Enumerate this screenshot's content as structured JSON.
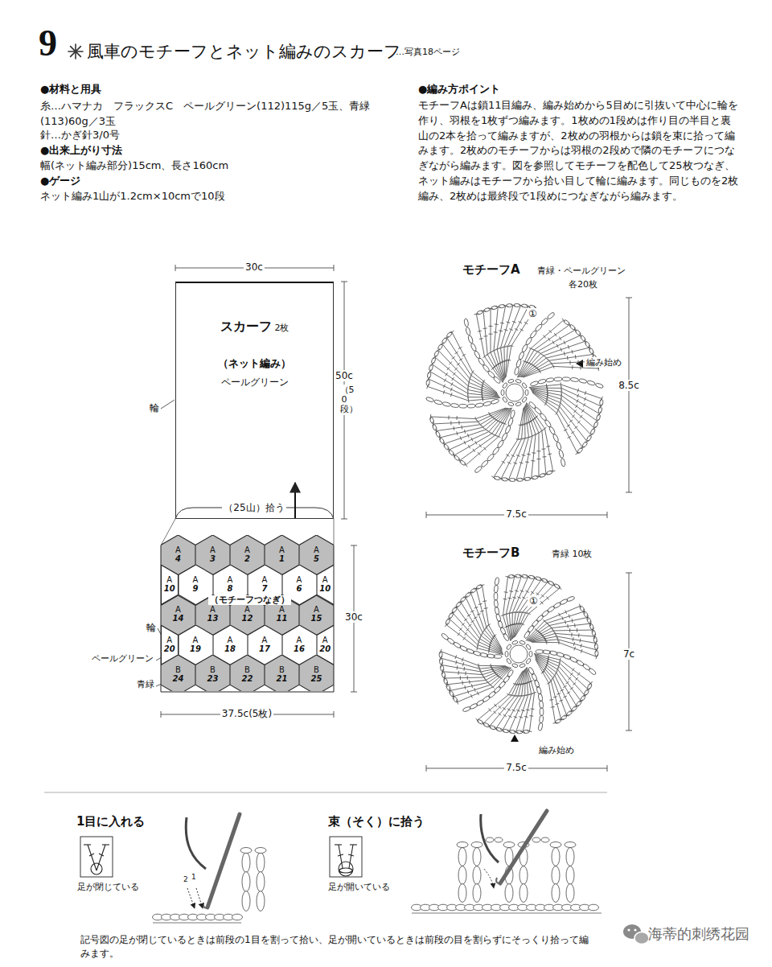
{
  "diagram": {
    "title": "風車のモチーフとネット編みのスカーフ",
    "nodes": [
      {
        "text": [
          "スカーフ",
          "2枚",
          "（ネット編み）",
          "ペールグリーン"
        ]
      },
      {
        "text": [
          "A",
          "4"
        ]
      },
      {
        "text": [
          "A",
          "3"
        ]
      },
      {
        "text": [
          "A",
          "2"
        ]
      },
      {
        "text": [
          "A",
          "1"
        ]
      },
      {
        "text": [
          "A",
          "5"
        ]
      },
      {
        "text": [
          "A",
          "10"
        ]
      },
      {
        "text": [
          "A",
          "9"
        ]
      },
      {
        "text": [
          "A",
          "8"
        ]
      },
      {
        "text": [
          "A",
          "7"
        ]
      },
      {
        "text": [
          "A",
          "6"
        ]
      },
      {
        "text": [
          "A",
          "10"
        ]
      },
      {
        "text": [
          "A",
          "14"
        ]
      },
      {
        "text": [
          "A",
          "13"
        ]
      },
      {
        "text": [
          "A",
          "12"
        ]
      },
      {
        "text": [
          "A",
          "11"
        ]
      },
      {
        "text": [
          "A",
          "15"
        ]
      },
      {
        "text": [
          "A",
          "20"
        ]
      },
      {
        "text": [
          "A",
          "19"
        ]
      },
      {
        "text": [
          "A",
          "18"
        ]
      },
      {
        "text": [
          "A",
          "17"
        ]
      },
      {
        "text": [
          "A",
          "16"
        ]
      },
      {
        "text": [
          "A",
          "20"
        ]
      },
      {
        "text": [
          "B",
          "24"
        ]
      },
      {
        "text": [
          "B",
          "23"
        ]
      },
      {
        "text": [
          "B",
          "22"
        ]
      },
      {
        "text": [
          "B",
          "21"
        ]
      },
      {
        "text": [
          "B",
          "25"
        ]
      }
    ],
    "labels": [
      "9",
      "…写真18ページ",
      "●材料と用具",
      "糸…ハマナカ　フラックスC　ペールグリーン(112)115g／5玉、青緑(113)60g／3玉",
      "針…かぎ針3/0号",
      "●出来上がり寸法",
      "幅(ネット編み部分)15cm、長さ160cm",
      "●ゲージ",
      "ネット編み1山が1.2cm×10cmで10段",
      "●編み方ポイント",
      "モチーフAは鎖11目編み、編み始めから5目めに引抜いて中心に輪を作り、羽根を1枚ずつ編みます。1枚めの1段めは作り目の半目と裏山の2本を拾って編みますが、2枚めの羽根からは鎖を束に拾って編みます。2枚めのモチーフからは羽根の2段めで隣のモチーフにつなぎながら編みます。図を参照してモチーフを配色して25枚つなぎ、ネット編みはモチーフから拾い目して輪に編みます。同じものを2枚編み、2枚めは最終段で1段めにつなぎながら編みます。",
      "30c",
      "輪",
      "50c",
      "（50段）",
      "（25山）拾う",
      "（モチーフつなぎ）",
      "輪",
      "ペールグリーン",
      "青緑",
      "30c",
      "37.5c(5枚)",
      "モチーフA",
      "青緑・ペールグリーン",
      "各20枚",
      "①",
      "編み始め",
      "8.5c",
      "7.5c",
      "モチーフB",
      "青緑 10枚",
      "①",
      "編み始め",
      "7c",
      "7.5c",
      "1目に入れる",
      "足が閉じている",
      "2",
      "1",
      "束（そく）に拾う",
      "足が開いている",
      "記号図の足が閉じているときは前段の1目を割って拾い、足が開いているときは前段の目を割らずにそっくり拾って編みます。",
      "海蒂的刺绣花园"
    ]
  }
}
